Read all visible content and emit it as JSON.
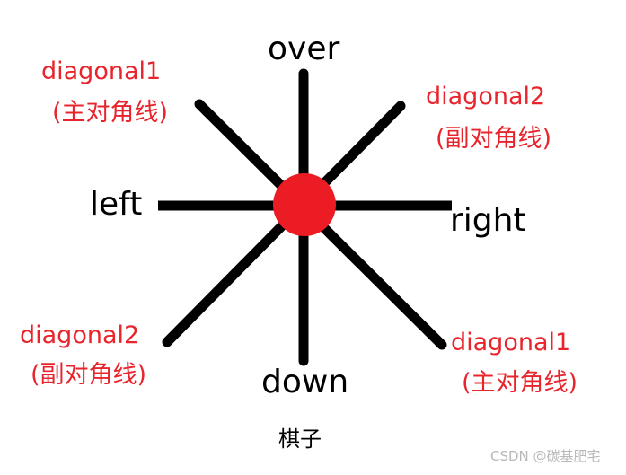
{
  "labels": {
    "over": "over",
    "down": "down",
    "left": "left",
    "right": "right",
    "top_left": {
      "name": "diagonal1",
      "note": "(主对角线)"
    },
    "top_right": {
      "name": "diagonal2",
      "note": "(副对角线)"
    },
    "bottom_left": {
      "name": "diagonal2",
      "note": "(副对角线)"
    },
    "bottom_right": {
      "name": "diagonal1",
      "note": "(主对角线)"
    }
  },
  "caption": "棋子",
  "watermark": "CSDN @碳基肥宅",
  "colors": {
    "line": "#000000",
    "piece": "#ec1c24",
    "diagonal_text": "#e8252d",
    "direction_text": "#000000"
  }
}
